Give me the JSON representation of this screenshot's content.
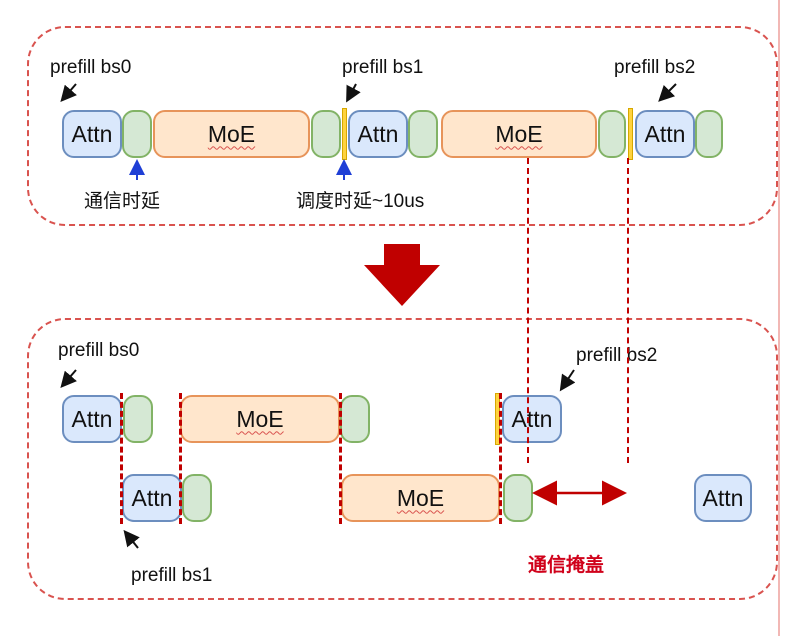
{
  "top": {
    "labels": {
      "bs0": "prefill bs0",
      "bs1": "prefill bs1",
      "bs2": "prefill bs2",
      "comm_delay": "通信时延",
      "sched_delay": "调度时延~10us"
    },
    "blocks": {
      "attn": "Attn",
      "moe": "MoE"
    }
  },
  "bottom": {
    "labels": {
      "bs0": "prefill bs0",
      "bs1": "prefill bs1",
      "bs2": "prefill bs2",
      "overlap": "通信掩盖"
    },
    "blocks": {
      "attn": "Attn",
      "moe": "MoE"
    }
  },
  "colors": {
    "attn_fill": "#dae8fc",
    "comm_fill": "#d5e8d4",
    "moe_fill": "#ffe6cc",
    "accent_red": "#c00000",
    "sched_yellow": "#ffd23f"
  }
}
